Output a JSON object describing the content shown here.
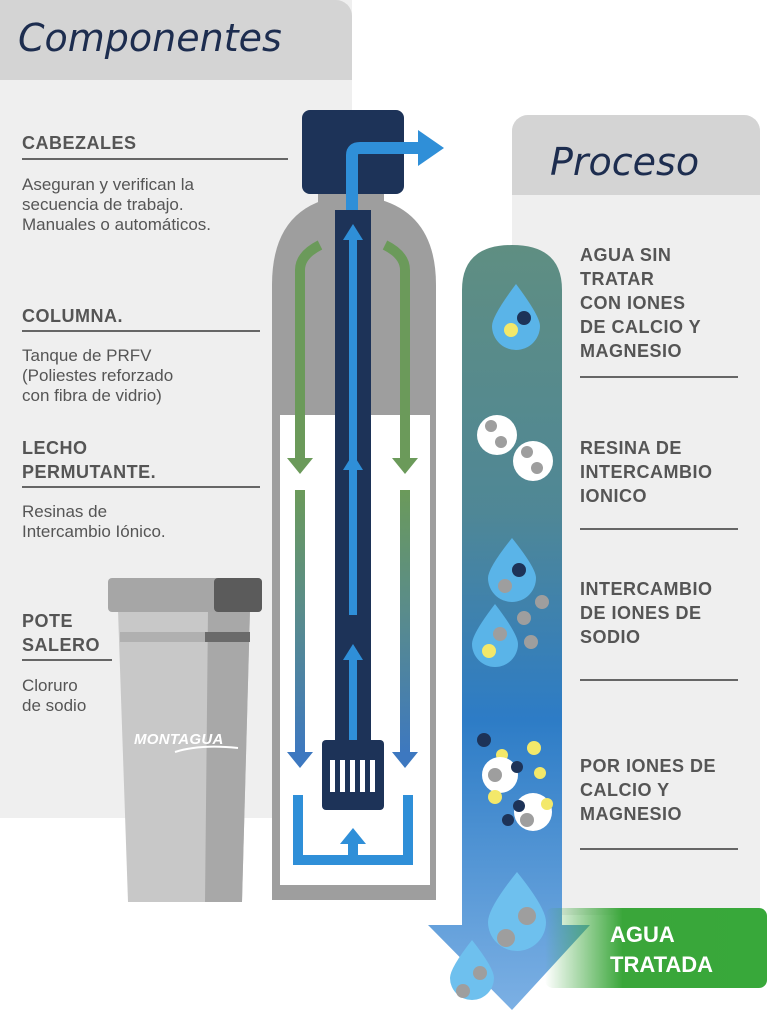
{
  "headings": {
    "componentes": "Componentes",
    "proceso": "Proceso"
  },
  "components": [
    {
      "title": "CABEZALES",
      "desc": "Aseguran y verifican la\nsecuencia de trabajo.\nManuales o automáticos."
    },
    {
      "title": "COLUMNA.",
      "desc": "Tanque de PRFV\n(Poliestes reforzado\ncon fibra de vidrio)"
    },
    {
      "title": "LECHO\nPERMUTANTE.",
      "desc": "Resinas de\nIntercambio Iónico."
    },
    {
      "title": "POTE\nSALERO",
      "desc": "Cloruro\nde sodio"
    }
  ],
  "brand": "MONTAGUA",
  "process": [
    "AGUA SIN\nTRATAR\nCON IONES\nDE CALCIO Y\nMAGNESIO",
    "RESINA DE\nINTERCAMBIO\nIONICO",
    "INTERCAMBIO\nDE IONES DE\nSODIO",
    "POR IONES DE\nCALCIO Y\nMAGNESIO"
  ],
  "output": "AGUA\nTRATADA",
  "colors": {
    "navy": "#1d3358",
    "blue": "#2f8fd8",
    "green": "#3aa63a",
    "grey": "#9e9e9e",
    "teal": "#5e8a80"
  }
}
